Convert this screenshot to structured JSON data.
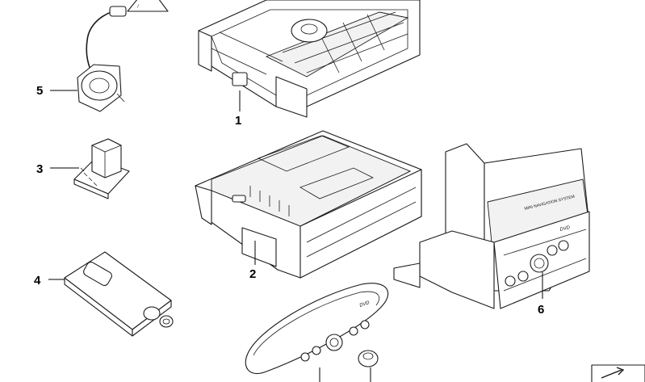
{
  "callouts": {
    "c1": "1",
    "c2": "2",
    "c3": "3",
    "c4": "4",
    "c5": "5",
    "c6": "6"
  },
  "labels": {
    "nav_title": "MINI NAVIGATION SYSTEM",
    "dvd_main": "DVD",
    "dvd_remote": "DVD"
  },
  "icons": {
    "warning": "warning-triangle-icon",
    "corner": "arrow-corner-icon"
  }
}
